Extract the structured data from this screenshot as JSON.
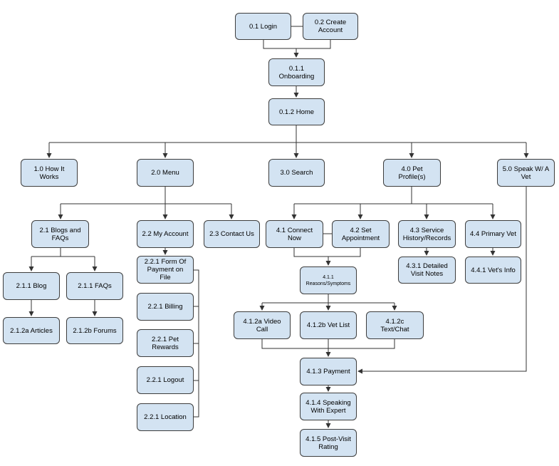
{
  "nodes": {
    "login": "0.1 Login",
    "create_account": "0.2 Create\nAccount",
    "onboarding": "0.1.1\nOnboarding",
    "home": "0.1.2 Home",
    "how_it_works": "1.0 How It\nWorks",
    "menu": "2.0 Menu",
    "search": "3.0 Search",
    "pet_profiles": "4.0 Pet\nProfile(s)",
    "speak_vet": "5.0 Speak W/ A\nVet",
    "blogs_faqs": "2.1  Blogs and\nFAQs",
    "my_account": "2.2  My Account",
    "contact_us": "2.3 Contact Us",
    "connect_now": "4.1 Connect\nNow",
    "set_appointment": "4.2 Set\nAppointment",
    "service_history": "4.3 Service\nHistory/Records",
    "primary_vet": "4.4 Primary Vet",
    "blog": "2.1.1  Blog",
    "faqs": "2.1.1 FAQs",
    "articles": "2.1.2a Articles",
    "forums": "2.1.2b Forums",
    "form_of_payment": "2.2.1 Form Of\nPayment on\nFile",
    "billing": "2.2.1 Billing",
    "pet_rewards": "2.2.1  Pet\nRewards",
    "logout": "2.2.1  Logout",
    "location": "2.2.1 Location",
    "detailed_visit_notes": "4.3.1 Detailed\nVisit Notes",
    "vets_info": "4.4.1 Vet's Info",
    "reasons_symptoms": "4.1.1\nReasons/Symptoms",
    "video_call": "4.1.2a Video\nCall",
    "vet_list": "4.1.2b Vet List",
    "text_chat": "4.1.2c\nText/Chat",
    "payment": "4.1.3 Payment",
    "speaking_expert": "4.1.4 Speaking\nWith Expert",
    "post_visit_rating": "4.1.5 Post-Visit\nRating"
  }
}
